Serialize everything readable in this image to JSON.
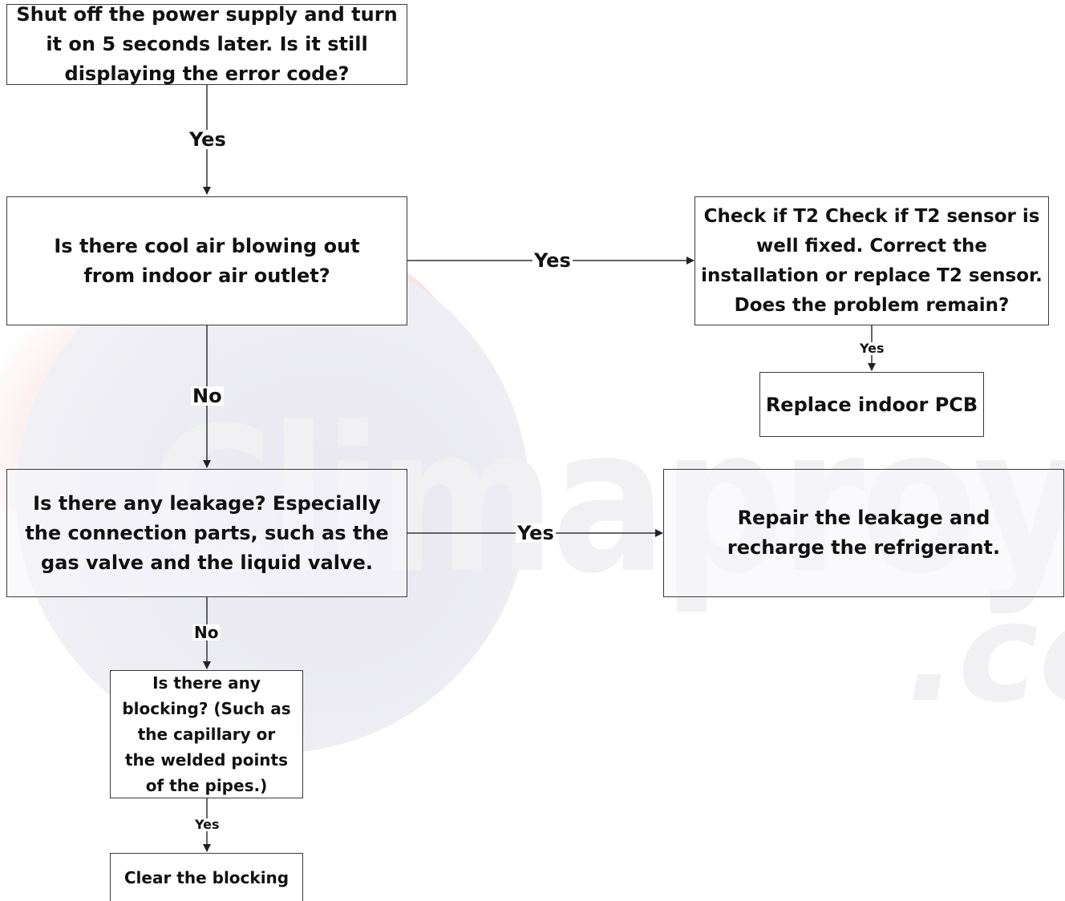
{
  "watermark": {
    "brand": "Climaproyecto",
    "suffix": ".co"
  },
  "nodes": {
    "start": "Shut off the power supply and turn it on 5 seconds later. Is it still displaying the error code?",
    "cool_air": "Is there cool air blowing out from indoor air outlet?",
    "t2_check": "Check if T2 Check if T2 sensor is well fixed. Correct the installation or replace T2 sensor. Does the problem remain?",
    "replace_pcb": "Replace indoor PCB",
    "leakage": "Is there any leakage? Especially the connection parts, such as the gas valve and the liquid valve.",
    "repair": "Repair the leakage and recharge the refrigerant.",
    "blocking": "Is there any blocking? (Such as the capillary or the welded points of the pipes.)",
    "clear": "Clear the blocking"
  },
  "edges": {
    "start_to_cool": "Yes",
    "cool_to_t2": "Yes",
    "t2_to_pcb": "Yes",
    "cool_to_leak": "No",
    "leak_to_repair": "Yes",
    "leak_to_block": "No",
    "block_to_clear": "Yes"
  }
}
